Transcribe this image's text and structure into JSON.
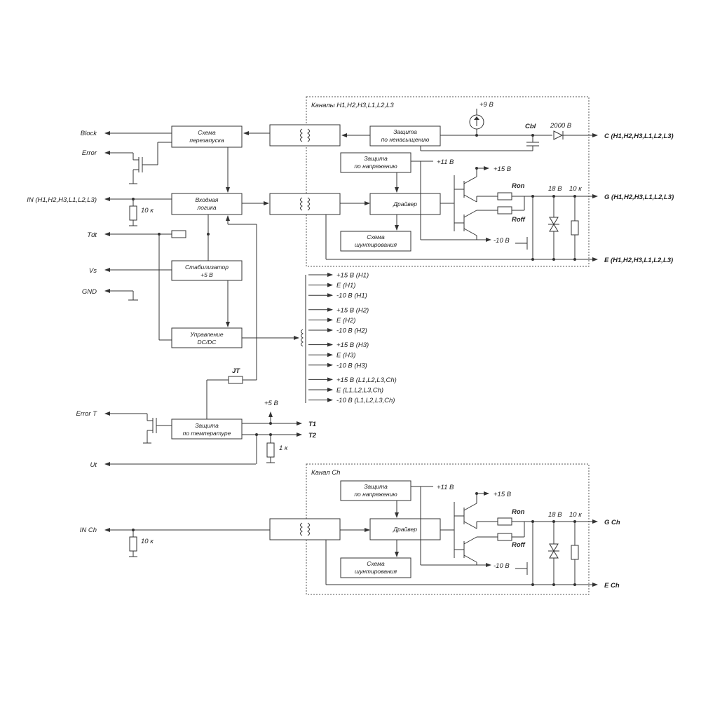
{
  "pins": {
    "block": "Block",
    "error": "Error",
    "in": "IN (H1,H2,H3,L1,L2,L3)",
    "tdt": "Tdt",
    "vs": "Vs",
    "gnd": "GND",
    "error_t": "Error T",
    "ut": "Ut",
    "in_ch": "IN Ch",
    "c_out": "C (H1,H2,H3,L1,L2,L3)",
    "g_out": "G (H1,H2,H3,L1,L2,L3)",
    "e_out": "E (H1,H2,H3,L1,L2,L3)",
    "t1": "T1",
    "t2": "T2",
    "g_ch": "G Ch",
    "e_ch": "E Ch"
  },
  "regions": {
    "channels_main": "Каналы H1,H2,H3,L1,L2,L3",
    "channel_ch": "Канал Ch"
  },
  "blocks": {
    "restart": [
      "Схема",
      "перезапуска"
    ],
    "input_logic": [
      "Входная",
      "логика"
    ],
    "stabilizer": [
      "Стабилизатор",
      "+5 В"
    ],
    "dcdc": [
      "Управление",
      "DC/DC"
    ],
    "temp_protect": [
      "Защита",
      "по температуре"
    ],
    "desat_protect": [
      "Защита",
      "по ненасыщению"
    ],
    "volt_protect": [
      "Защита",
      "по напряжению"
    ],
    "driver": "Драйвер",
    "shunt": [
      "Схема",
      "шунтирования"
    ],
    "volt_protect_ch": [
      "Защита",
      "по напряжению"
    ],
    "driver_ch": "Драйвер",
    "shunt_ch": [
      "Схема",
      "шунтирования"
    ]
  },
  "labels": {
    "r_in": "10 к",
    "r_in_ch": "10 к",
    "r_t2": "1 к",
    "jt": "JT",
    "plus5": "+5 В",
    "plus9": "+9 В",
    "cbl": "Cbl",
    "d2000": "2000 В",
    "plus11": "+11 В",
    "plus15": "+15 В",
    "minus10": "-10 В",
    "ron": "Ron",
    "roff": "Roff",
    "v18": "18 В",
    "r10k": "10 к",
    "plus11_ch": "+11 В",
    "plus15_ch": "+15 В",
    "minus10_ch": "-10 В",
    "ron_ch": "Ron",
    "roff_ch": "Roff",
    "v18_ch": "18 В",
    "r10k_ch": "10 к"
  },
  "supplies": [
    "+15 В (H1)",
    "E (H1)",
    "-10 В (H1)",
    "+15 В (H2)",
    "E (H2)",
    "-10 В (H2)",
    "+15 В (H3)",
    "E (H3)",
    "-10 В (H3)",
    "+15 В (L1,L2,L3,Ch)",
    "E (L1,L2,L3,Ch)",
    "-10 В (L1,L2,L3,Ch)"
  ]
}
